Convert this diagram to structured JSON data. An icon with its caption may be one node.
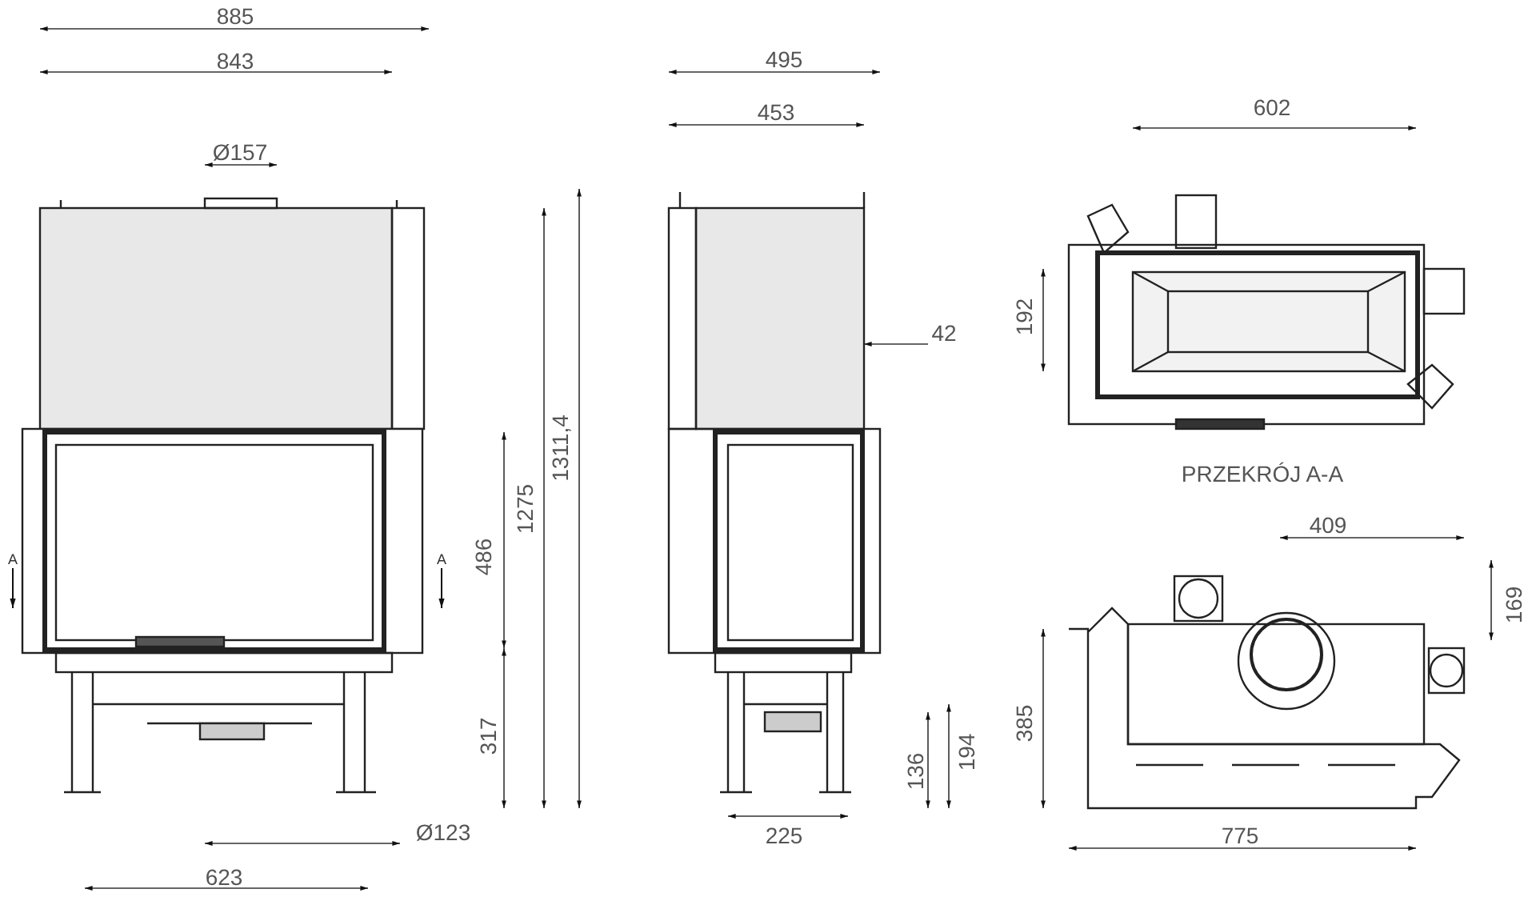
{
  "diagram": {
    "labels": [
      "885",
      "495",
      "843",
      "453",
      "Ø157",
      "602",
      "192",
      "42",
      "1275",
      "1311,4",
      "486",
      "A",
      "A",
      "PRZEKRÓJ A-A",
      "409",
      "169",
      "385",
      "317",
      "136",
      "194",
      "225",
      "Ø123",
      "775",
      "623"
    ]
  }
}
